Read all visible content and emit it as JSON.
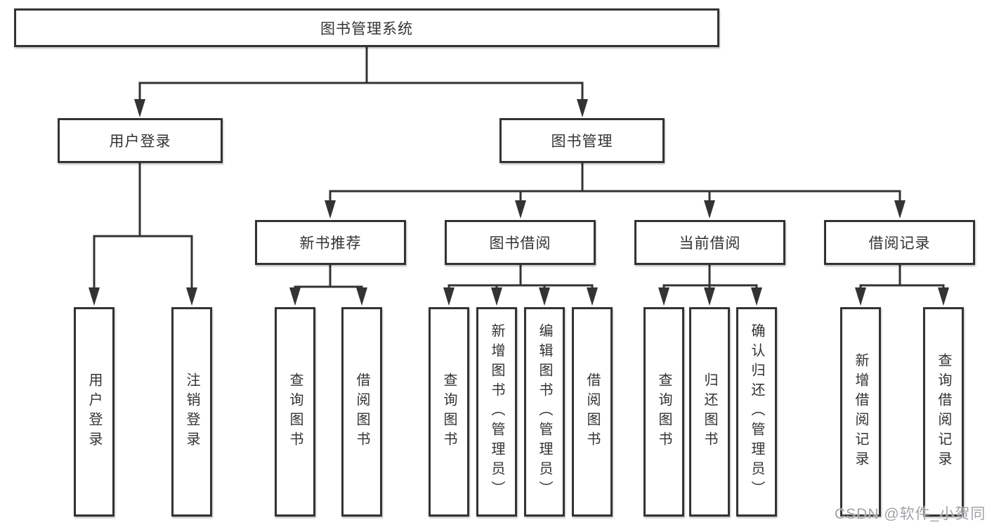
{
  "tree": {
    "label": "图书管理系统",
    "children": [
      {
        "label": "用户登录",
        "children": [
          {
            "label": "用户登录"
          },
          {
            "label": "注销登录"
          }
        ]
      },
      {
        "label": "图书管理",
        "children": [
          {
            "label": "新书推荐",
            "children": [
              {
                "label": "查询图书"
              },
              {
                "label": "借阅图书"
              }
            ]
          },
          {
            "label": "图书借阅",
            "children": [
              {
                "label": "查询图书"
              },
              {
                "label": "新增图书（管理员）"
              },
              {
                "label": "编辑图书（管理员）"
              },
              {
                "label": "借阅图书"
              }
            ]
          },
          {
            "label": "当前借阅",
            "children": [
              {
                "label": "查询图书"
              },
              {
                "label": "归还图书"
              },
              {
                "label": "确认归还（管理员）"
              }
            ]
          },
          {
            "label": "借阅记录",
            "children": [
              {
                "label": "新增借阅记录"
              },
              {
                "label": "查询借阅记录"
              }
            ]
          }
        ]
      }
    ]
  },
  "watermark": {
    "text": "CSDN @软件_小贺同学"
  },
  "colors": {
    "line": "#333333",
    "text": "#333333",
    "box_background": "#ffffff",
    "page_background": "#ffffff",
    "watermark": "#a2a2a8"
  }
}
